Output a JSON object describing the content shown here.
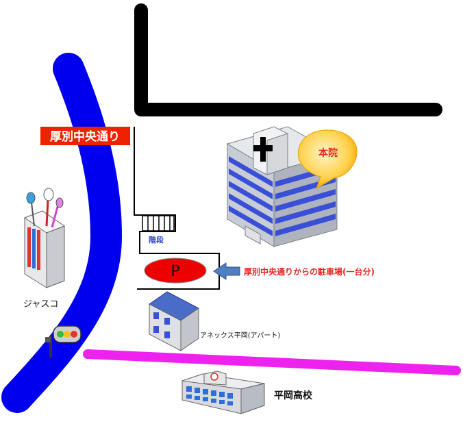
{
  "labels": {
    "road_name": "厚別中央通り",
    "main_hospital": "本院",
    "stairs": "階段",
    "parking_symbol": "P",
    "parking_note": "厚別中央通りからの駐車場(一台分)",
    "jasco": "ジャスコ",
    "annex": "アネックス平岡(アパート)",
    "high_school": "平岡高校"
  },
  "colors": {
    "main_road": "#0000ee",
    "pink_road": "#ee22ee",
    "black_road": "#000000",
    "parking_fill": "#ee0000",
    "road_label_bg": "#ee2200",
    "accent_text": "#ee2222"
  }
}
